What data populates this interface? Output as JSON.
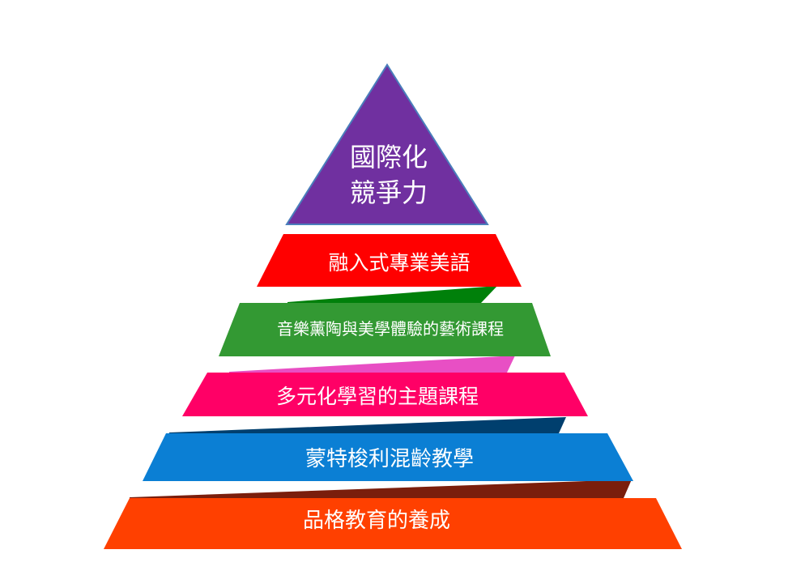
{
  "diagram": {
    "apex": {
      "line1": "國際化",
      "line2": "競爭力",
      "color": "#7030a0",
      "border": "#4a7ebb"
    },
    "layers": [
      {
        "label": "融入式專業美語",
        "color": "#ff0000",
        "connector_color": "#00800a"
      },
      {
        "label": "音樂薰陶與美學體驗的藝術課程",
        "color": "#339933",
        "connector_color": "#e84fc4"
      },
      {
        "label": "多元化學習的主題課程",
        "color": "#ff0066",
        "connector_color": "#003f6e"
      },
      {
        "label": "蒙特梭利混齡教學",
        "color": "#0b7fd4",
        "connector_color": "#7a1e0c"
      },
      {
        "label": "品格教育的養成",
        "color": "#ff4000"
      }
    ]
  }
}
